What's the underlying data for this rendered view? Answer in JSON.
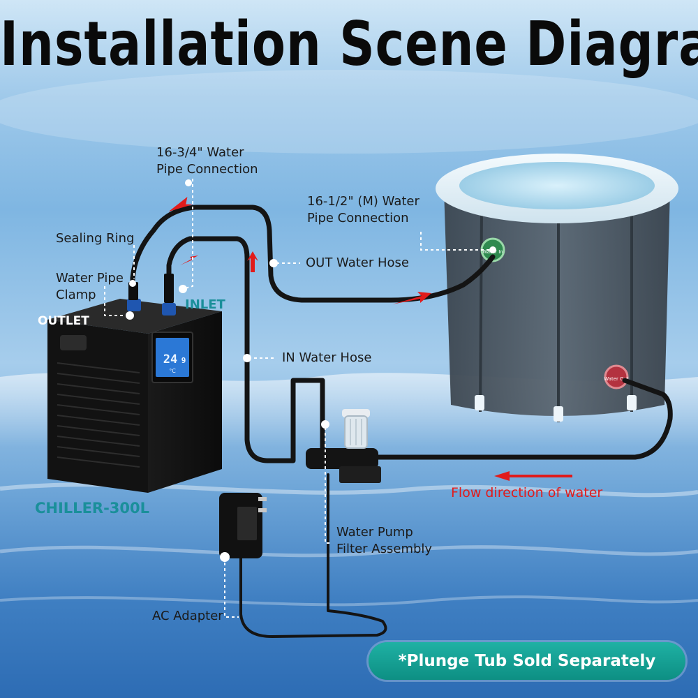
{
  "title": "Installation Scene Diagram",
  "labels": {
    "pipe_34": [
      "16-3/4\" Water",
      "Pipe Connection"
    ],
    "pipe_12": [
      "16-1/2\" (M) Water",
      "Pipe Connection"
    ],
    "sealing_ring": "Sealing Ring",
    "pipe_clamp": [
      "Water Pipe",
      "Clamp"
    ],
    "out_hose": "OUT Water Hose",
    "in_hose": "IN Water Hose",
    "pump": [
      "Water Pump",
      "Filter Assembly"
    ],
    "ac_adapter": "AC Adapter"
  },
  "tags": {
    "outlet": "OUTLET",
    "inlet": "INLET",
    "model": "CHILLER-300L"
  },
  "chiller_display": {
    "value": "24",
    "decimal": "9",
    "unit": "°C"
  },
  "tub_ports": {
    "top": "Water In",
    "bottom": "Water Out"
  },
  "flow_label": "Flow direction of water",
  "banner": "*Plunge Tub Sold Separately",
  "colors": {
    "accent_teal": "#1a8f9a",
    "arrow_red": "#e11b1b",
    "banner": "#0d8f83",
    "hose": "#141414",
    "tub_body": "#4b5662"
  }
}
